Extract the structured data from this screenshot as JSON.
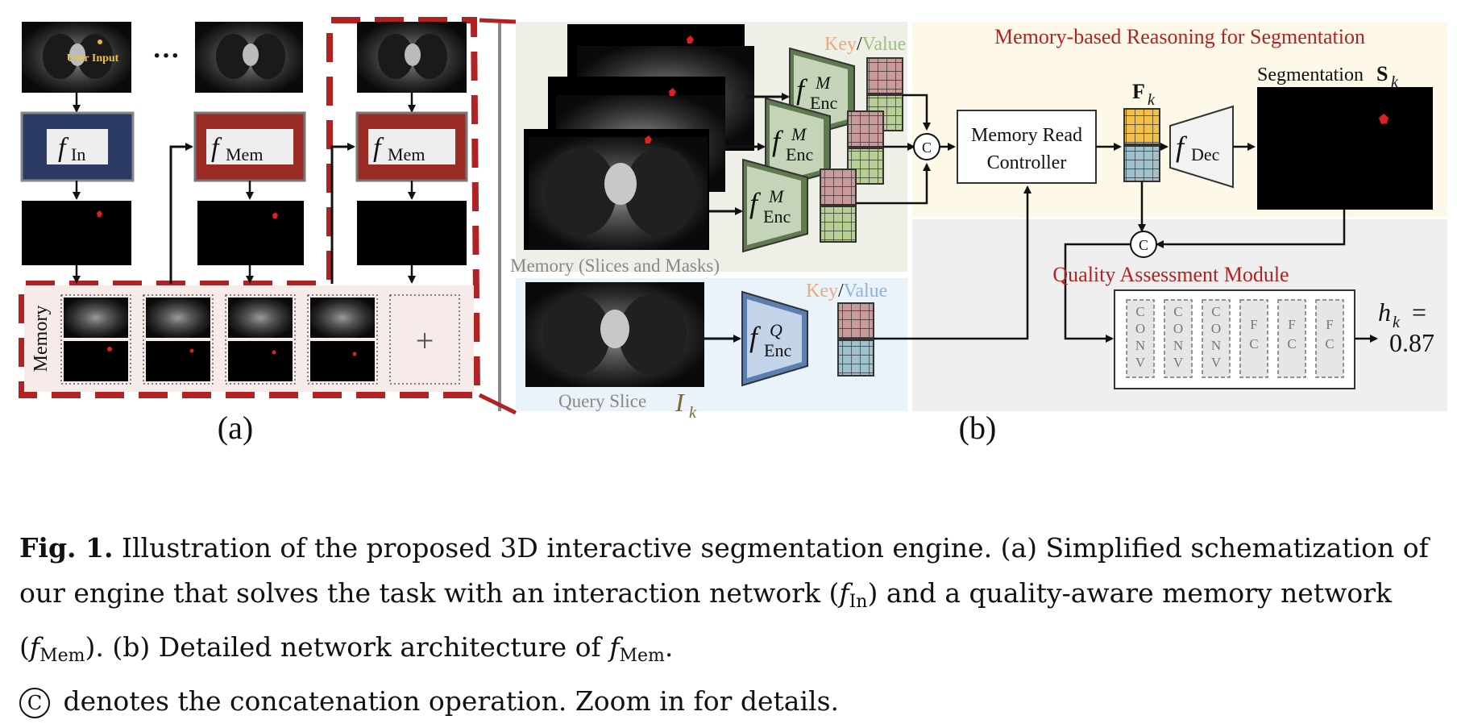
{
  "panel_a": {
    "user_input": "User Input",
    "ellipsis": "···",
    "f_in": "In",
    "f_mem": "Mem",
    "memory_label": "Memory",
    "plus": "+",
    "tag": "(a)"
  },
  "panel_b": {
    "key": "Key",
    "slash": "/",
    "value": "Value",
    "memory_caption": "Memory (Slices and Masks)",
    "query_caption": "Query Slice",
    "query_symbol": "I",
    "query_sub": "k",
    "enc_sup_m": "M",
    "enc_sup_q": "Q",
    "enc_sub": "Enc",
    "concat_symbol": "C",
    "reasoning_title": "Memory-based Reasoning for Segmentation",
    "read_ctrl_line1": "Memory Read",
    "read_ctrl_line2": "Controller",
    "feature": "F",
    "feature_sub": "k",
    "dec_sub": "Dec",
    "seg_label": "Segmentation",
    "seg_symbol": "S",
    "seg_sub": "k",
    "qam_title": "Quality Assessment Module",
    "qam_layers": [
      "CONV",
      "CONV",
      "CONV",
      "FC",
      "FC",
      "FC"
    ],
    "score_symbol": "h",
    "score_sub": "k",
    "score_eq": "=",
    "score_value": "0.87",
    "tag": "(b)"
  },
  "caption": {
    "fig_label": "Fig. 1.",
    "s1": " Illustration of the proposed 3D interactive segmentation engine. (a) Simplified schematization of our engine that solves the task with an interaction network (",
    "f_sym": "f",
    "in_sub": "In",
    "s2": ") and a quality-aware memory network (",
    "mem_sub": "Mem",
    "s3": "). (b) Detailed network architecture of ",
    "s4": ".",
    "circ": "C",
    "s5": " denotes the concatenation operation. Zoom in for details."
  },
  "colors": {
    "dark_red": "#b22222",
    "navy": "#2c3a66",
    "encoder_green": "#5f7a4f",
    "encoder_blue": "#5b7fb3",
    "grid_pink": "#b98a8a",
    "grid_green": "#a8bf8a",
    "grid_blue": "#8fb3bf",
    "grid_yellow": "#f2bf4a",
    "key_orange": "#f0a77a",
    "value_green": "#9bc27a",
    "value_blue": "#8fb3d9"
  }
}
